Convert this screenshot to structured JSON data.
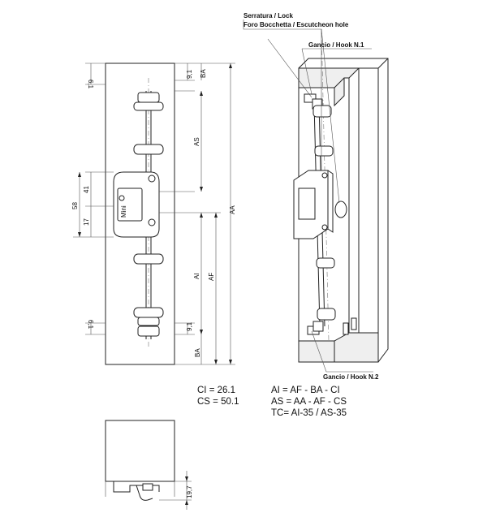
{
  "labels": {
    "lock": "Serratura / Lock",
    "escutcheon": "Foro Bocchetta / Escutcheon hole",
    "hook1": "Gancio / Hook N.1",
    "hook2": "Gancio / Hook N.2"
  },
  "dimensions": {
    "ba_top": "BA",
    "nine_one_top": "9,1",
    "six_one_top": "6,1",
    "as": "AS",
    "aa": "AA",
    "fifty_eight": "58",
    "forty_one": "41",
    "seventeen": "17",
    "ai": "AI",
    "af": "AF",
    "nine_one_bottom": "9,1",
    "six_one_bottom": "6,1",
    "ba_bottom": "BA",
    "nineteen_seven": "19,7"
  },
  "values": {
    "ci": "CI = 26.1",
    "cs": "CS = 50.1"
  },
  "formulas": {
    "ai": "AI = AF - BA - CI",
    "as": "AS = AA - AF - CS",
    "tc": "TC= AI-35 / AS-35"
  }
}
